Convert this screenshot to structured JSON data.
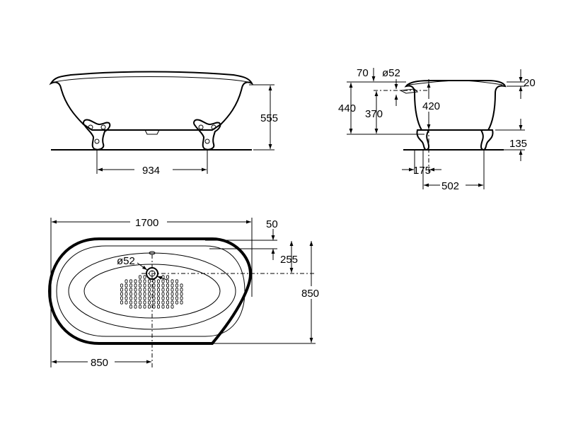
{
  "side_view": {
    "height": "555",
    "feet_spacing": "934"
  },
  "end_view": {
    "rim_offset": "70",
    "overflow_diameter": "ø52",
    "rim_thickness": "20",
    "total_height": "440",
    "overflow_height": "370",
    "inner_depth": "420",
    "feet_height": "135",
    "drain_offset": "175",
    "foot_offset": "502"
  },
  "plan_view": {
    "length": "1700",
    "edge_offset": "50",
    "drain_offset": "255",
    "width": "850",
    "drain_diameter": "ø52",
    "half_length": "850"
  }
}
